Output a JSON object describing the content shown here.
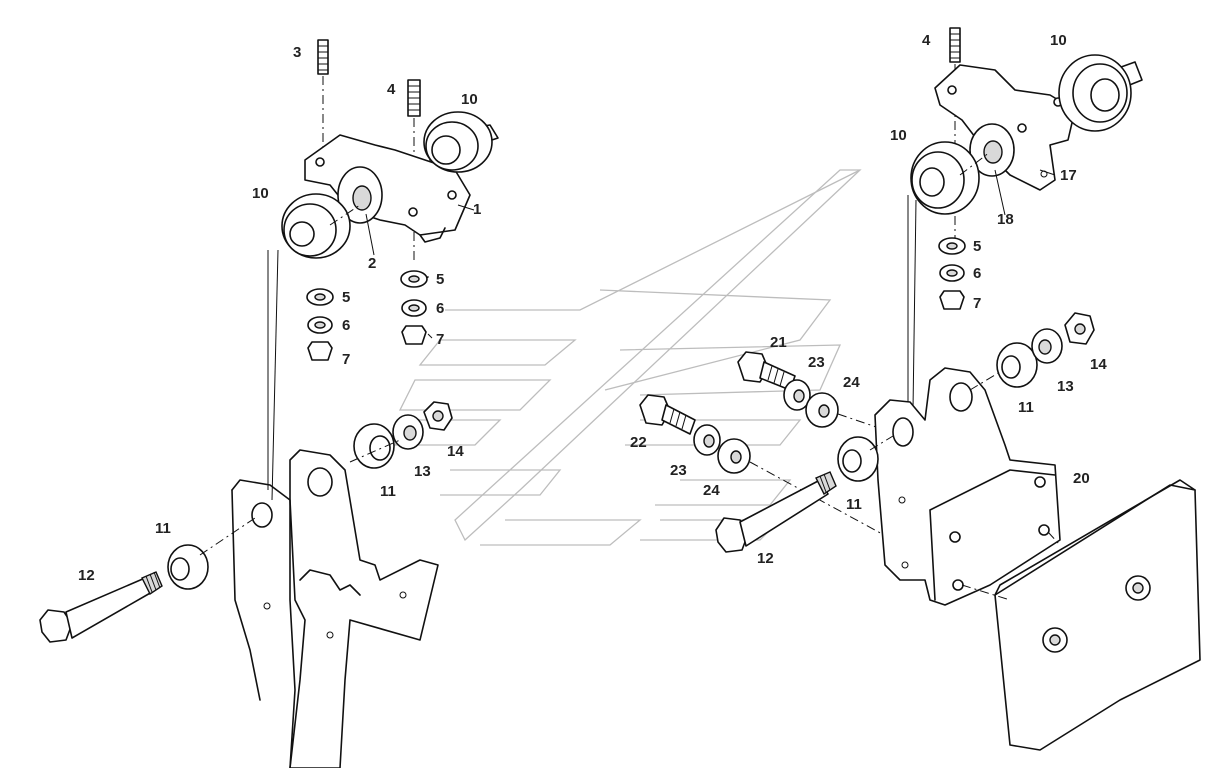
{
  "callouts": [
    {
      "id": "c3",
      "text": "3"
    },
    {
      "id": "c4a",
      "text": "4"
    },
    {
      "id": "c10a",
      "text": "10"
    },
    {
      "id": "c10b",
      "text": "10"
    },
    {
      "id": "c1",
      "text": "1"
    },
    {
      "id": "c2",
      "text": "2"
    },
    {
      "id": "c5a",
      "text": "5"
    },
    {
      "id": "c6a",
      "text": "6"
    },
    {
      "id": "c7a",
      "text": "7"
    },
    {
      "id": "c5b",
      "text": "5"
    },
    {
      "id": "c6b",
      "text": "6"
    },
    {
      "id": "c7b",
      "text": "7"
    },
    {
      "id": "c11a",
      "text": "11"
    },
    {
      "id": "c13a",
      "text": "13"
    },
    {
      "id": "c14a",
      "text": "14"
    },
    {
      "id": "c11b",
      "text": "11"
    },
    {
      "id": "c12a",
      "text": "12"
    },
    {
      "id": "c4b",
      "text": "4"
    },
    {
      "id": "c10c",
      "text": "10"
    },
    {
      "id": "c10d",
      "text": "10"
    },
    {
      "id": "c17",
      "text": "17"
    },
    {
      "id": "c18",
      "text": "18"
    },
    {
      "id": "c5c",
      "text": "5"
    },
    {
      "id": "c6c",
      "text": "6"
    },
    {
      "id": "c7c",
      "text": "7"
    },
    {
      "id": "c21",
      "text": "21"
    },
    {
      "id": "c23a",
      "text": "23"
    },
    {
      "id": "c24a",
      "text": "24"
    },
    {
      "id": "c22",
      "text": "22"
    },
    {
      "id": "c23b",
      "text": "23"
    },
    {
      "id": "c24b",
      "text": "24"
    },
    {
      "id": "c12b",
      "text": "12"
    },
    {
      "id": "c11c",
      "text": "11"
    },
    {
      "id": "c11d",
      "text": "11"
    },
    {
      "id": "c13b",
      "text": "13"
    },
    {
      "id": "c14b",
      "text": "14"
    },
    {
      "id": "c20",
      "text": "20"
    }
  ]
}
